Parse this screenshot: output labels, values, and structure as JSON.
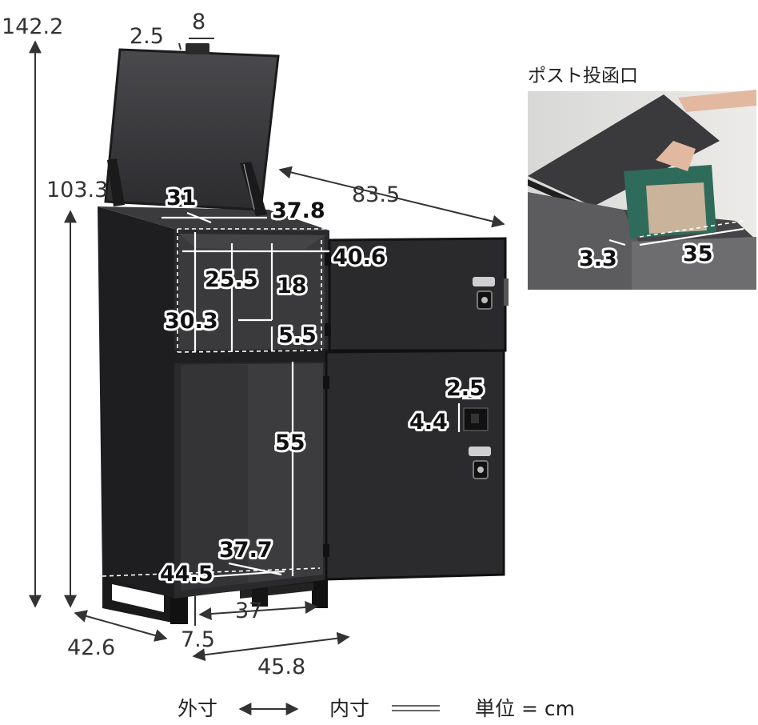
{
  "outer_dimensions": {
    "total_height": "142.2",
    "body_height": "103.3",
    "lid_depth": "83.5",
    "depth": "42.6",
    "width": "45.8",
    "leg_height": "7.5",
    "leg_width": "37",
    "handle_thickness": "2.5",
    "handle_width": "8"
  },
  "inner_dimensions": {
    "upper_width_back": "31",
    "upper_width_front": "37.8",
    "upper_depth": "40.6",
    "upper_depth_inner": "25.5",
    "upper_height_front": "18",
    "upper_height_back": "30.3",
    "shelf_gap": "5.5",
    "lower_height": "55",
    "lower_width": "37.7",
    "lower_depth": "44.5",
    "key_slot_width": "2.5",
    "key_slot_height": "4.4"
  },
  "inset": {
    "title": "ポスト投函口",
    "slot_height": "3.3",
    "slot_width": "35"
  },
  "legend": {
    "outer_label": "外寸",
    "inner_label": "内寸",
    "unit_label": "単位 = cm"
  },
  "colors": {
    "body": "#2b2b2d",
    "side_panel": "#1e1e20",
    "interior": "#3a3a3c",
    "line_outer": "#333333",
    "line_inner": "#ffffff"
  }
}
